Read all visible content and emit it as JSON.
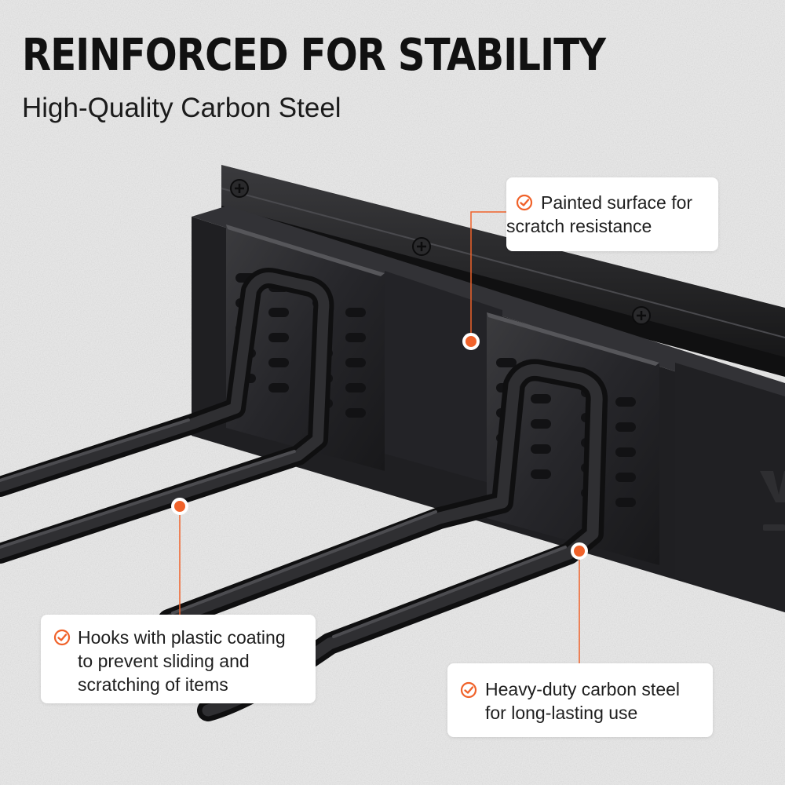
{
  "header": {
    "title": "REINFORCED FOR STABILITY",
    "subtitle": "High-Quality Carbon Steel"
  },
  "callouts": [
    {
      "lines": [
        "Painted surface for",
        "scratch resistance"
      ]
    },
    {
      "lines": [
        "Hooks with plastic coating",
        "to prevent sliding and",
        "scratching of items"
      ]
    },
    {
      "lines": [
        "Heavy-duty carbon steel",
        "for long-lasting use"
      ]
    }
  ],
  "colors": {
    "accent": "#f0622a",
    "wall": "#e6e6e6",
    "steel": "#1c1c1e",
    "text": "#111111"
  }
}
